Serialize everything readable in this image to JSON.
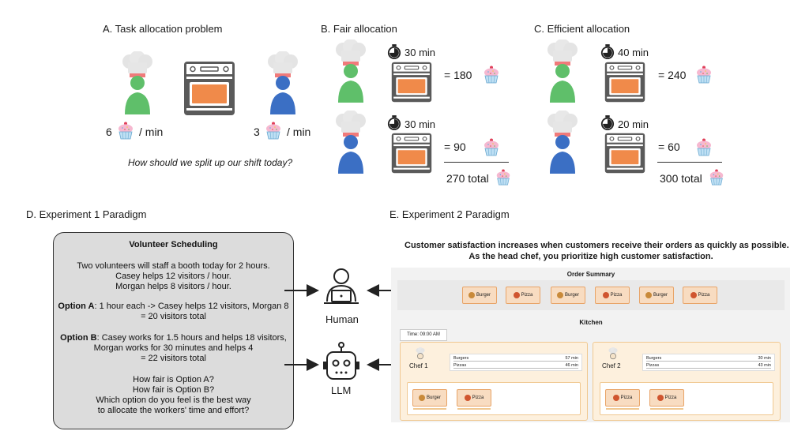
{
  "panel_a": {
    "title": "A. Task allocation problem",
    "left_rate_num": "6",
    "left_rate_unit": "/ min",
    "right_rate_num": "3",
    "right_rate_unit": "/ min",
    "question": "How should we split up our shift today?"
  },
  "panel_b": {
    "title": "B.  Fair allocation",
    "top_time": "30 min",
    "top_result": "= 180",
    "bottom_time": "30 min",
    "bottom_result": "= 90",
    "total": "270 total"
  },
  "panel_c": {
    "title": "C.  Efficient allocation",
    "top_time": "40 min",
    "top_result": "= 240",
    "bottom_time": "20 min",
    "bottom_result": "= 60",
    "total": "300 total"
  },
  "panel_d": {
    "title": "D.  Experiment 1 Paradigm",
    "box_title": "Volunteer Scheduling",
    "intro_1": "Two volunteers will staff a booth today for 2 hours.",
    "intro_2": "Casey helps 12 visitors / hour.",
    "intro_3": "Morgan helps 8 visitors / hour.",
    "opt_a_label": "Option A",
    "opt_a_1": ": 1 hour each -> Casey helps 12 visitors, Morgan 8",
    "opt_a_2": "= 20 visitors total",
    "opt_b_label": "Option B",
    "opt_b_1": ": Casey works for 1.5 hours and helps 18 visitors,",
    "opt_b_2": "Morgan works for 30 minutes and helps 4",
    "opt_b_3": "= 22 visitors total",
    "q_1": "How fair is Option A?",
    "q_2": "How fair is Option B?",
    "q_3": "Which option do you feel is the best way",
    "q_4": "to allocate the workers' time and effort?"
  },
  "agents": {
    "human_label": "Human",
    "llm_label": "LLM"
  },
  "panel_e": {
    "title": "E.  Experiment 2 Paradigm",
    "instr_1": "Customer satisfaction increases when customers receive their orders as quickly as possible.",
    "instr_2": "As the head chef, you prioritize high customer satisfaction.",
    "order_summary_title": "Order Summary",
    "orders": [
      "Burger",
      "Pizza",
      "Burger",
      "Pizza",
      "Burger",
      "Pizza"
    ],
    "kitchen_title": "Kitchen",
    "time_label": "Time: 09:00 AM",
    "chef1": {
      "name": "Chef 1",
      "burgers_label": "Burgers",
      "burgers_time": "57 min",
      "pizzas_label": "Pizzas",
      "pizzas_time": "46 min",
      "queue": [
        "Burger",
        "Pizza"
      ]
    },
    "chef2": {
      "name": "Chef 2",
      "burgers_label": "Burgers",
      "burgers_time": "30 min",
      "pizzas_label": "Pizzas",
      "pizzas_time": "43 min",
      "queue": [
        "Pizza",
        "Pizza"
      ]
    }
  },
  "colors": {
    "chef_green": "#5fbf6a",
    "chef_blue": "#3b6fc4",
    "collar": "#f07a7a",
    "oven_body": "#555555",
    "oven_window": "#f08a4a",
    "order_card": "#f8dcc1",
    "chef_box": "#fdf0dd"
  }
}
